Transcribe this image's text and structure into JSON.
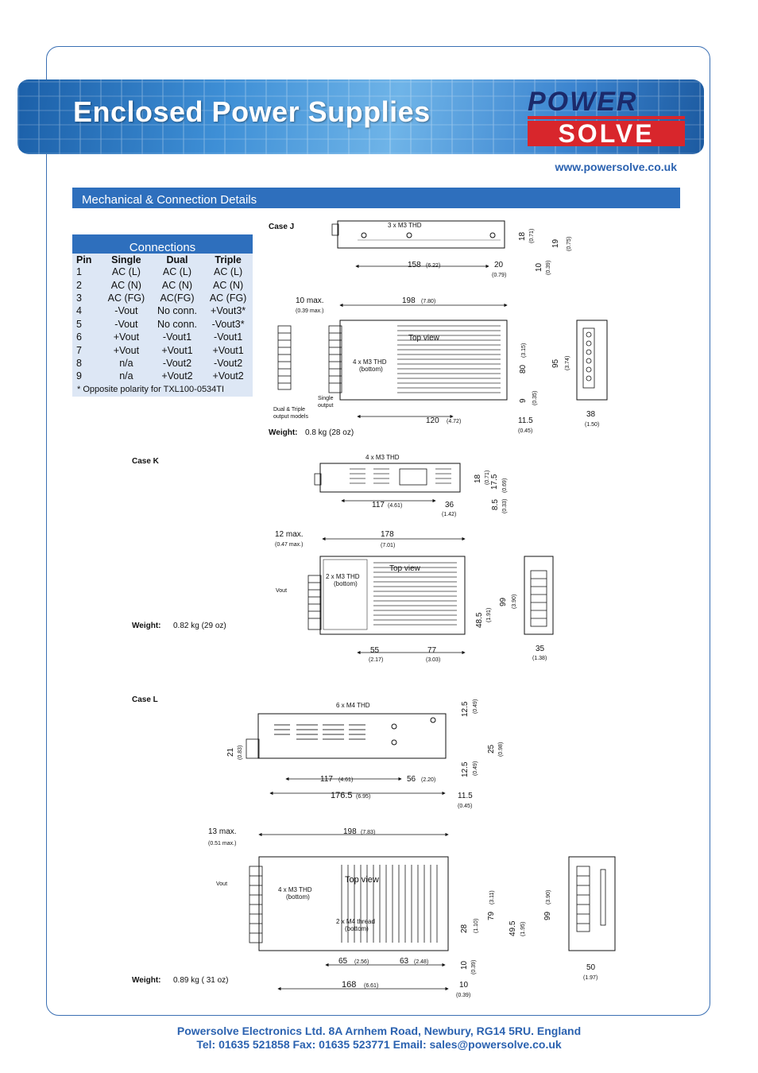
{
  "header": {
    "title": "Enclosed Power Supplies",
    "logo_top": "POWER",
    "logo_bottom": "SOLVE",
    "website": "www.powersolve.co.uk"
  },
  "section_title": "Mechanical & Connection Details",
  "connections": {
    "title": "Connections",
    "columns": [
      "Pin",
      "Single",
      "Dual",
      "Triple"
    ],
    "rows": [
      [
        "1",
        "AC (L)",
        "AC (L)",
        "AC (L)"
      ],
      [
        "2",
        "AC (N)",
        "AC (N)",
        "AC (N)"
      ],
      [
        "3",
        "AC (FG)",
        "AC(FG)",
        "AC (FG)"
      ],
      [
        "4",
        "-Vout",
        "No conn.",
        "+Vout3*"
      ],
      [
        "5",
        "-Vout",
        "No conn.",
        "-Vout3*"
      ],
      [
        "6",
        "+Vout",
        "-Vout1",
        "-Vout1"
      ],
      [
        "7",
        "+Vout",
        "+Vout1",
        "+Vout1"
      ],
      [
        "8",
        "n/a",
        "-Vout2",
        "-Vout2"
      ],
      [
        "9",
        "n/a",
        "+Vout2",
        "+Vout2"
      ]
    ],
    "note": "* Opposite polarity for TXL100-0534TI"
  },
  "case_j": {
    "label": "Case J",
    "thd": "3 x M3 THD",
    "d158": "158",
    "d158i": "(6.22)",
    "d20": "20",
    "d20i": "(0.79)",
    "d18": "18",
    "d18i": "(0.71)",
    "d19": "19",
    "d19i": "(0.75)",
    "d10": "10",
    "d10i": "(0.39)",
    "max": "10 max.",
    "maxi": "(0.39 max.)",
    "d198": "198",
    "d198i": "(7.80)",
    "top": "Top view",
    "thd2": "4 x M3 THD",
    "bottom": "(bottom)",
    "d80": "80",
    "d80i": "(3.15)",
    "d9": "9",
    "d9i": "(0.35)",
    "d95": "95",
    "d95i": "(3.74)",
    "d120": "120",
    "d120i": "(4.72)",
    "d115": "11.5",
    "d115i": "(0.45)",
    "d38": "38",
    "d38i": "(1.50)",
    "dual": "Dual & Triple",
    "dual2": "output models",
    "single": "Single",
    "single2": "output",
    "weight_label": "Weight:",
    "weight": "0.8 kg (28 oz)"
  },
  "case_k": {
    "label": "Case K",
    "thd": "4 x M3 THD",
    "d117": "117",
    "d117i": "(4.61)",
    "d36": "36",
    "d36i": "(1.42)",
    "d18": "18",
    "d18i": "(0.71)",
    "d175": "17.5",
    "d175i": "(0.69)",
    "d85": "8.5",
    "d85i": "(0.33)",
    "max": "12 max.",
    "maxi": "(0.47 max.)",
    "d178": "178",
    "d178i": "(7.01)",
    "top": "Top view",
    "thd2": "2 x M3 THD",
    "bottom": "(bottom)",
    "vout": "Vout",
    "d485": "48.5",
    "d485i": "(1.91)",
    "d99": "99",
    "d99i": "(3.90)",
    "d55": "55",
    "d55i": "(2.17)",
    "d77": "77",
    "d77i": "(3.03)",
    "d35": "35",
    "d35i": "(1.38)",
    "weight_label": "Weight:",
    "weight": "0.82 kg (29 oz)"
  },
  "case_l": {
    "label": "Case L",
    "thd": "6 x M4 THD",
    "d21": "21",
    "d21i": "(0.83)",
    "d125a": "12.5",
    "d125ai": "(0.49)",
    "d25": "25",
    "d25i": "(0.98)",
    "d125b": "12.5",
    "d125bi": "(0.49)",
    "d117": "117",
    "d117i": "(4.61)",
    "d56": "56",
    "d56i": "(2.20)",
    "d1765": "176.5",
    "d1765i": "(6.95)",
    "d115": "11.5",
    "d115i": "(0.45)",
    "max": "13 max.",
    "maxi": "(0.51 max.)",
    "d198": "198",
    "d198i": "(7.83)",
    "top": "Top view",
    "thd2": "4 x M3 THD",
    "bottom": "(bottom)",
    "thd3": "2 x M4 thread",
    "bottom2": "(bottom)",
    "vout": "Vout",
    "d79": "79",
    "d79i": "(3.11)",
    "d28": "28",
    "d28i": "(1.10)",
    "d495": "49.5",
    "d495i": "(1.95)",
    "d99": "99",
    "d99i": "(3.90)",
    "d65": "65",
    "d65i": "(2.56)",
    "d63": "63",
    "d63i": "(2.48)",
    "d10a": "10",
    "d10ai": "(0.39)",
    "d168": "168",
    "d168i": "(6.61)",
    "d10b": "10",
    "d10bi": "(0.39)",
    "d50": "50",
    "d50i": "(1.97)",
    "weight_label": "Weight:",
    "weight": "0.89 kg ( 31 oz)"
  },
  "footer": {
    "line1": "Powersolve Electronics Ltd.  8A Arnhem Road,  Newbury, RG14 5RU.  England",
    "line2": "Tel: 01635 521858  Fax: 01635 523771  Email: sales@powersolve.co.uk"
  }
}
